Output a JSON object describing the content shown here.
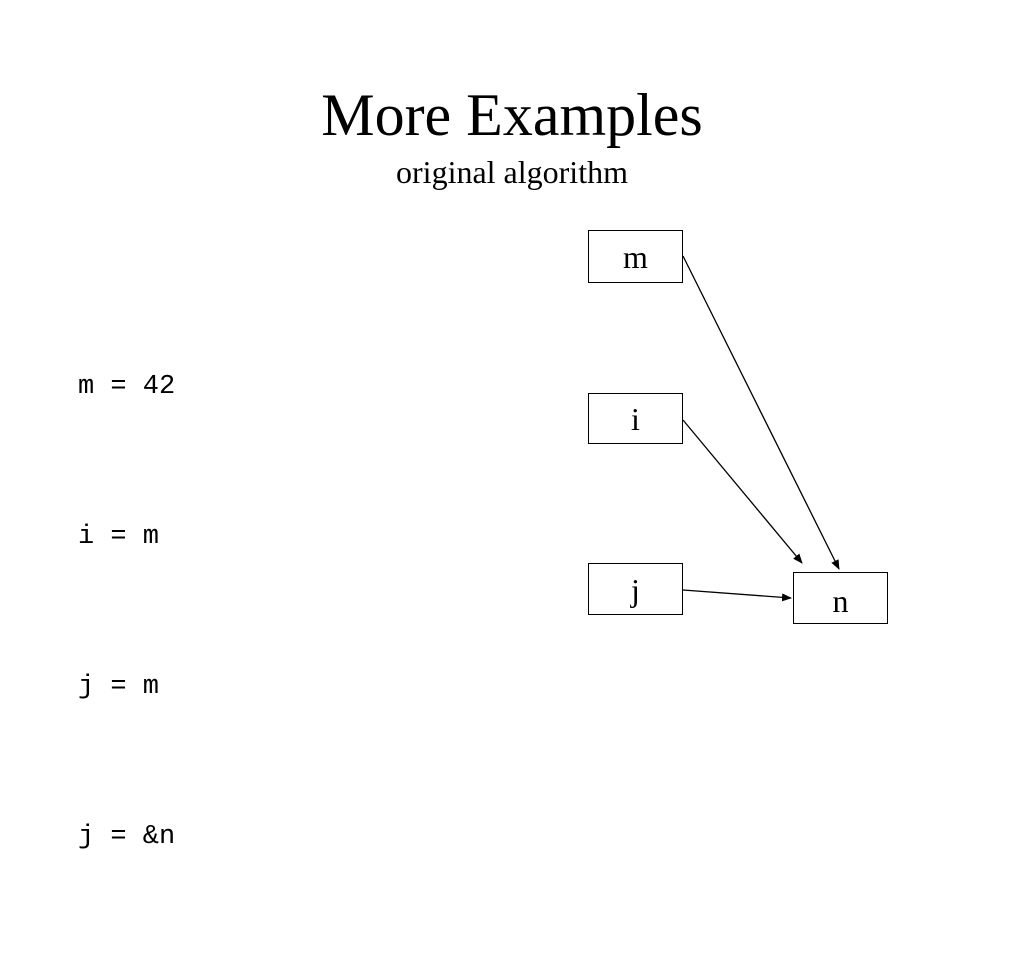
{
  "slide": {
    "title": "More Examples",
    "subtitle": "original algorithm"
  },
  "code": {
    "lines": [
      "m = 42",
      "i = m",
      "j = m",
      "j = &n"
    ]
  },
  "diagram": {
    "nodes": {
      "m": "m",
      "i": "i",
      "j": "j",
      "n": "n"
    },
    "edges": [
      {
        "from": "m",
        "to": "n"
      },
      {
        "from": "i",
        "to": "n"
      },
      {
        "from": "j",
        "to": "n"
      }
    ],
    "colors": {
      "stroke": "#000000",
      "background": "#ffffff"
    }
  }
}
